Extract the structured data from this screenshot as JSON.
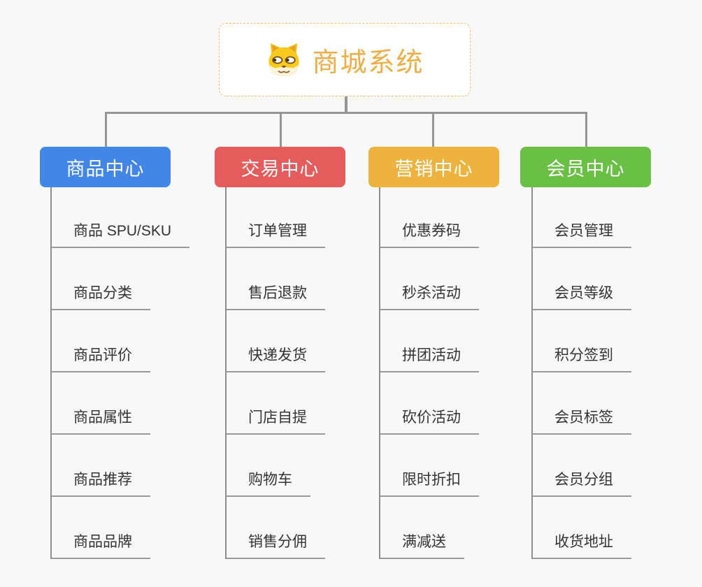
{
  "page": {
    "background": "#f8f8f8",
    "connector_color": "#969696"
  },
  "root": {
    "title": "商城系统",
    "icon": "dog-face-icon",
    "text_color": "#eeae45",
    "border_color": "#f3bd62"
  },
  "branches": [
    {
      "label": "商品中心",
      "color": "#4287e8",
      "children": [
        "商品 SPU/SKU",
        "商品分类",
        "商品评价",
        "商品属性",
        "商品推荐",
        "商品品牌"
      ]
    },
    {
      "label": "交易中心",
      "color": "#e45c5c",
      "children": [
        "订单管理",
        "售后退款",
        "快递发货",
        "门店自提",
        "购物车",
        "销售分佣"
      ]
    },
    {
      "label": "营销中心",
      "color": "#eeb33e",
      "children": [
        "优惠券码",
        "秒杀活动",
        "拼团活动",
        "砍价活动",
        "限时折扣",
        "满减送"
      ]
    },
    {
      "label": "会员中心",
      "color": "#6abf45",
      "children": [
        "会员管理",
        "会员等级",
        "积分签到",
        "会员标签",
        "会员分组",
        "收货地址"
      ]
    }
  ]
}
